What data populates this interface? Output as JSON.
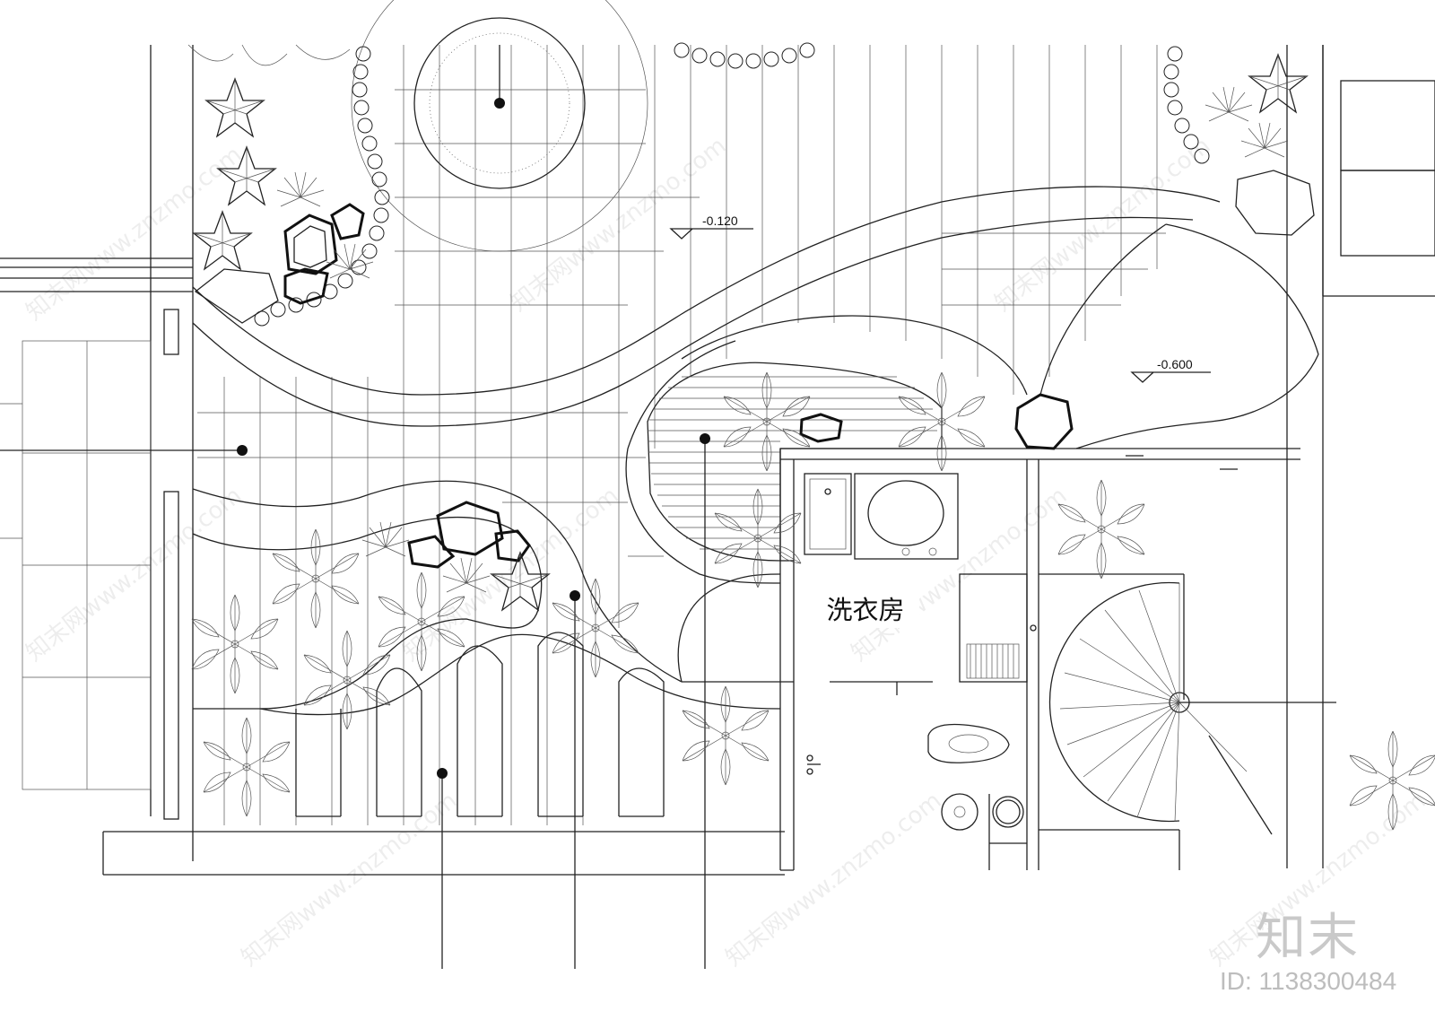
{
  "drawing": {
    "room_label": "洗衣房",
    "levels": [
      "-0.120",
      "-0.600"
    ]
  },
  "watermark": {
    "text": "知末网www.znzmo.com",
    "brand": "知末",
    "id": "ID: 1138300484"
  }
}
